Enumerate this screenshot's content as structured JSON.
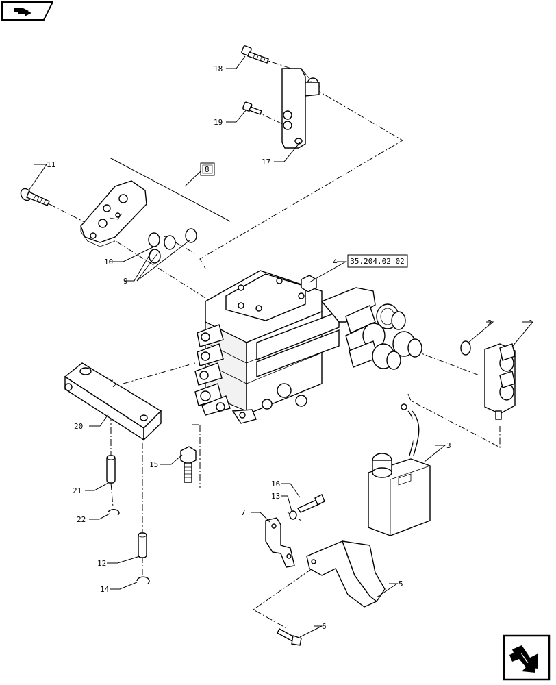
{
  "callouts": {
    "c1": "1",
    "c2": "2",
    "c3": "3",
    "c4": "4",
    "c5": "5",
    "c6": "6",
    "c7": "7",
    "c8": "8",
    "c9": "9",
    "c10": "10",
    "c11": "11",
    "c12": "12",
    "c13": "13",
    "c14": "14",
    "c15": "15",
    "c16": "16",
    "c17": "17",
    "c18": "18",
    "c19": "19",
    "c20": "20",
    "c21": "21",
    "c22": "22"
  },
  "reference_box": "35.204.02 02",
  "icons": {
    "top_nav": "page-back-arrow-icon",
    "bottom_nav": "page-forward-arrow-icon"
  }
}
